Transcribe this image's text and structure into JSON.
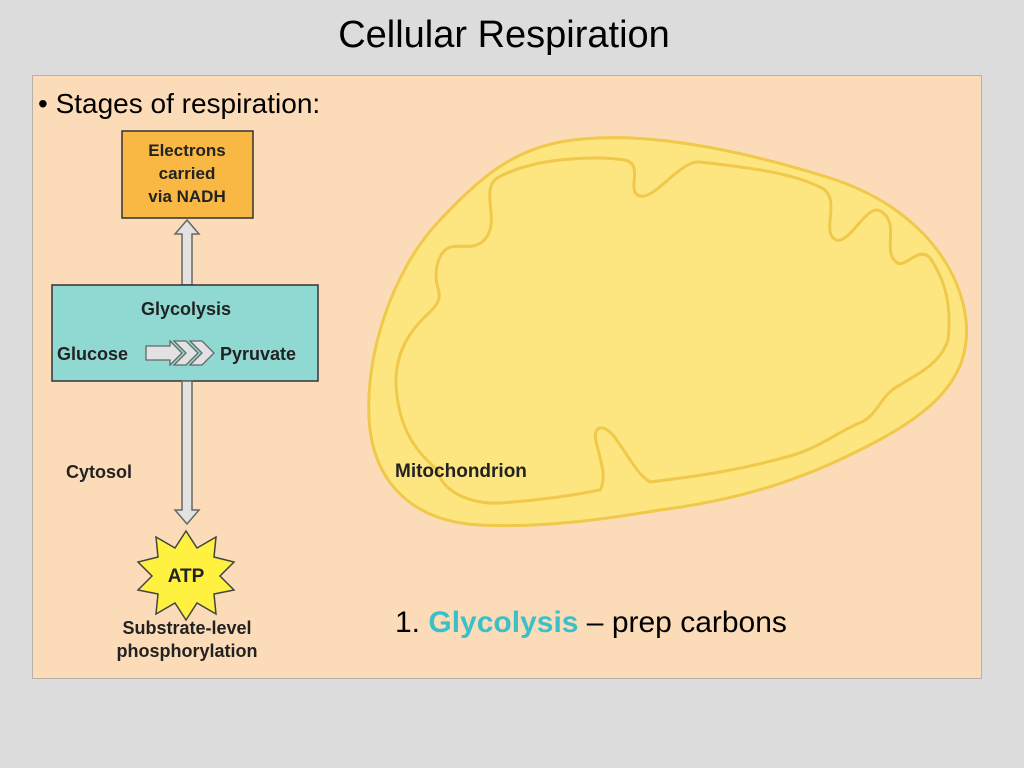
{
  "slide": {
    "title": "Cellular Respiration",
    "bullet": "• Stages of respiration:"
  },
  "diagram": {
    "nadh_box": {
      "lines": [
        "Electrons",
        "carried",
        "via NADH"
      ]
    },
    "glycolysis_box": {
      "title": "Glycolysis",
      "input": "Glucose",
      "output": "Pyruvate"
    },
    "cytosol_label": "Cytosol",
    "mitochondrion_label": "Mitochondrion",
    "atp_label": "ATP",
    "substrate_label": [
      "Substrate-level",
      "phosphorylation"
    ]
  },
  "caption": {
    "number": "1.",
    "highlight": "Glycolysis",
    "rest": " – prep carbons"
  },
  "colors": {
    "panel": "#fcdcb8",
    "nadh_box": "#f9b844",
    "glycolysis_box": "#90d9d3",
    "mitochondrion": "#fde680",
    "atp_burst": "#fef140",
    "highlight": "#3cc0c8"
  }
}
